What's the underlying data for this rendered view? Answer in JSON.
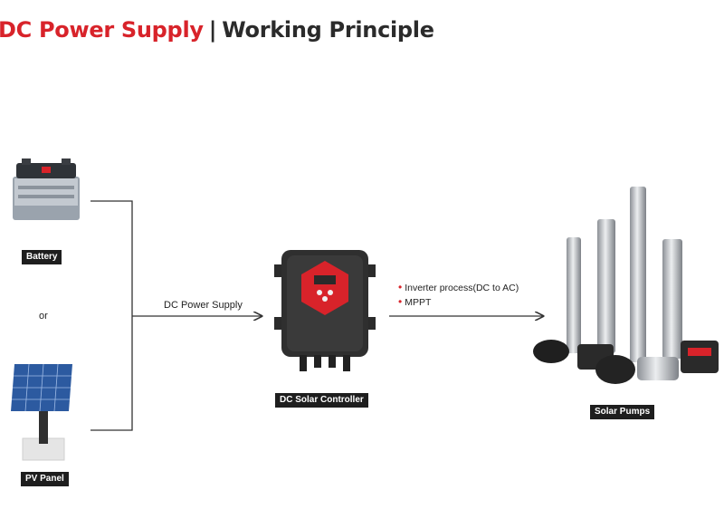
{
  "title": {
    "part1": "DC Power Supply",
    "separator": "|",
    "part2": "Working Principle"
  },
  "nodes": {
    "battery": "Battery",
    "or": "or",
    "pv_panel": "PV Panel",
    "controller": "DC Solar Controller",
    "pumps": "Solar Pumps"
  },
  "edges": {
    "supply_label": "DC Power Supply"
  },
  "processes": [
    "Inverter process(DC to AC)",
    "MPPT"
  ],
  "colors": {
    "accent": "#d8232a",
    "dark": "#2b2b2b"
  },
  "icons": [
    "battery-icon",
    "solar-panel-icon",
    "controller-icon",
    "pumps-icon"
  ]
}
